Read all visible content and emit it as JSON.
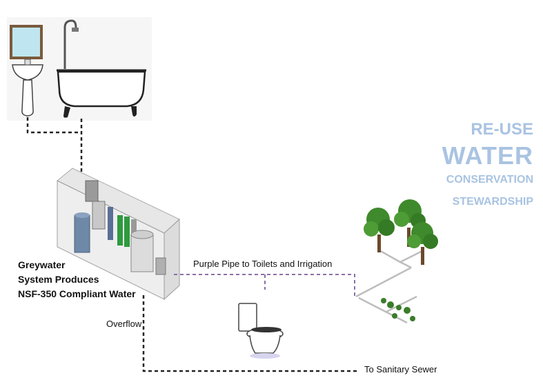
{
  "labels": {
    "system_line1": "Greywater",
    "system_line2": "System Produces",
    "system_line3": "NSF-350 Compliant Water",
    "overflow": "Overflow",
    "purple_pipe": "Purple Pipe to Toilets and Irrigation",
    "sewer": "To Sanitary Sewer"
  },
  "keywords": {
    "reuse": "RE-USE",
    "water": "WATER",
    "conservation": "CONSERVATION",
    "stewardship": "STEWARDSHIP"
  },
  "colors": {
    "keyword_blue": "#a9c3e2",
    "purple_pipe": "#8a6fa8",
    "drain_line": "#222222",
    "tree_green": "#3f8a2c",
    "filter_green": "#2e9a3e"
  }
}
